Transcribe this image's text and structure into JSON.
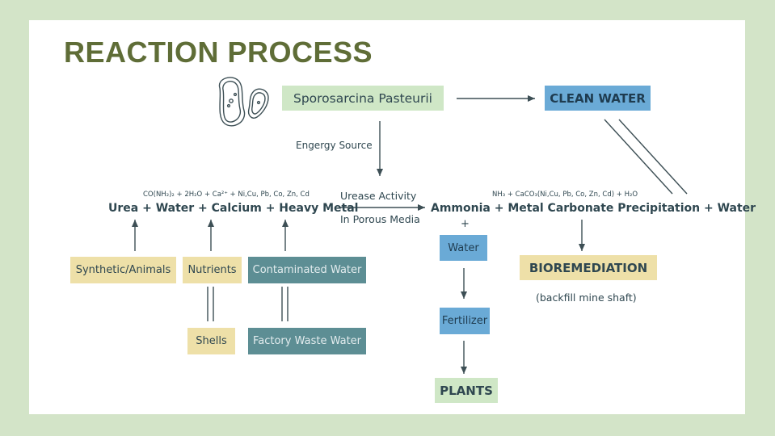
{
  "title": "REACTION PROCESS",
  "top": {
    "organism": "Sporosarcina Pasteurii",
    "clean_water": "CLEAN WATER",
    "energy_source": "Engergy Source"
  },
  "reaction": {
    "left_formula": "CO(NH₂)₂ + 2H₂O + Ca²⁺ + Ni,Cu, Pb, Co, Zn, Cd",
    "left_equation": "Urea + Water + Calcium + Heavy Metal",
    "arrow_top": "Urease Activity",
    "arrow_bottom": "In Porous Media",
    "right_formula": "NH₃ + CaCO₃(Ni,Cu, Pb, Co, Zn, Cd) + H₂O",
    "right_equation": "Ammonia + Metal Carbonate Precipitation + Water",
    "plus": "+"
  },
  "sources": {
    "synthetic": "Synthetic/Animals",
    "nutrients": "Nutrients",
    "contaminated": "Contaminated Water",
    "shells": "Shells",
    "factory": "Factory Waste Water"
  },
  "products": {
    "water": "Water",
    "fertilizer": "Fertilizer",
    "plants": "PLANTS",
    "bioremediation": "BIOREMEDIATION",
    "backfill": "(backfill mine shaft)"
  },
  "colors": {
    "title": "#5f6d37",
    "green_box": "#cfe7c6",
    "yellow_box": "#eee0a8",
    "teal_box": "#5d8e94",
    "blue_box": "#6aaad6",
    "line": "#3d4f55"
  },
  "icons": [
    "bacteria-icon"
  ]
}
